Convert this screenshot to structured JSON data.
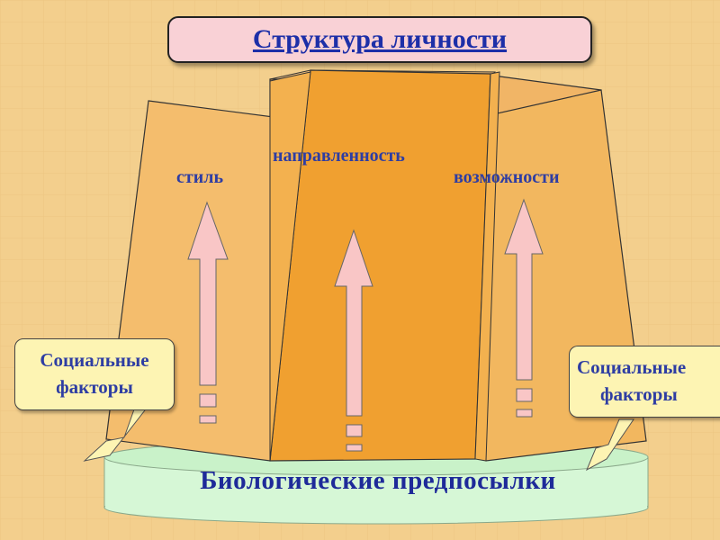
{
  "title": "Структура личности",
  "labels": {
    "style": "стиль",
    "direction": "направленность",
    "abilities": "возможности"
  },
  "social_left": {
    "line1": "Социальные",
    "line2": "факторы"
  },
  "social_right": {
    "line1": "Социальные",
    "line2": "факторы"
  },
  "base": "Биологические предпосылки",
  "colors": {
    "background": "#f3cf8d",
    "panel_side": "#f2b45c",
    "panel_center": "#f0a030",
    "arrow_fill": "#f9c6c6",
    "base_fill": "#d6f7d6",
    "title_fill": "#f9d1d6",
    "text": "#2e3da3"
  }
}
